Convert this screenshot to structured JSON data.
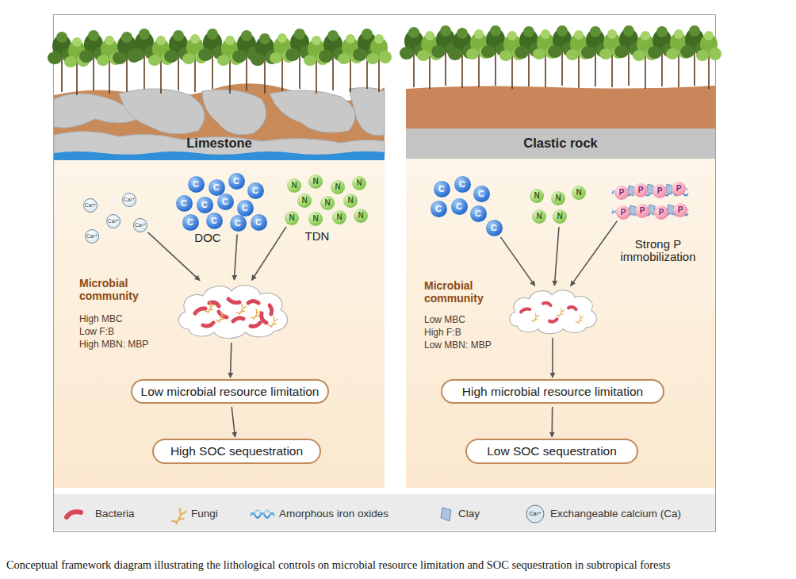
{
  "diagram": {
    "caption": "Conceptual framework diagram illustrating the lithological controls on microbial resource limitation and SOC sequestration in subtropical forests",
    "nodes": [
      {
        "text": [
          "Limestone"
        ]
      },
      {
        "text": [
          "Ca²⁺"
        ],
        "in": 0
      },
      {
        "text": [
          "Ca²⁺"
        ],
        "in": 0
      },
      {
        "text": [
          "Ca²⁺"
        ],
        "in": 0
      },
      {
        "text": [
          "Ca²⁺"
        ],
        "in": 0
      },
      {
        "text": [
          "Ca²⁺"
        ],
        "in": 0
      },
      {
        "text": [
          "C"
        ],
        "in": 0
      },
      {
        "text": [
          "C"
        ],
        "in": 0
      },
      {
        "text": [
          "C"
        ],
        "in": 0
      },
      {
        "text": [
          "C"
        ],
        "in": 0
      },
      {
        "text": [
          "C"
        ],
        "in": 0
      },
      {
        "text": [
          "C"
        ],
        "in": 0
      },
      {
        "text": [
          "C"
        ],
        "in": 0
      },
      {
        "text": [
          "C"
        ],
        "in": 0
      },
      {
        "text": [
          "C"
        ],
        "in": 0
      },
      {
        "text": [
          "C"
        ],
        "in": 0
      },
      {
        "text": [
          "C"
        ],
        "in": 0
      },
      {
        "text": [
          "C"
        ],
        "in": 0
      },
      {
        "text": [
          "N"
        ],
        "in": 0
      },
      {
        "text": [
          "N"
        ],
        "in": 0
      },
      {
        "text": [
          "N"
        ],
        "in": 0
      },
      {
        "text": [
          "N"
        ],
        "in": 0
      },
      {
        "text": [
          "N"
        ],
        "in": 0
      },
      {
        "text": [
          "N"
        ],
        "in": 0
      },
      {
        "text": [
          "N"
        ],
        "in": 0
      },
      {
        "text": [
          "N"
        ],
        "in": 0
      },
      {
        "text": [
          "N"
        ],
        "in": 0
      },
      {
        "text": [
          "N"
        ],
        "in": 0
      },
      {
        "text": [
          "N"
        ],
        "in": 0
      },
      {
        "text": [
          "Microbial community",
          "High MBC",
          "Low F:B",
          "High MBN: MBP"
        ],
        "in": 0
      },
      {
        "text": [
          "Low microbial resource limitation"
        ],
        "in": 0
      },
      {
        "text": [
          "High SOC sequestration"
        ],
        "in": 0
      },
      {
        "text": [
          "Clastic rock"
        ]
      },
      {
        "text": [
          "C"
        ],
        "in": 32
      },
      {
        "text": [
          "C"
        ],
        "in": 32
      },
      {
        "text": [
          "C"
        ],
        "in": 32
      },
      {
        "text": [
          "C"
        ],
        "in": 32
      },
      {
        "text": [
          "C"
        ],
        "in": 32
      },
      {
        "text": [
          "C"
        ],
        "in": 32
      },
      {
        "text": [
          "C"
        ],
        "in": 32
      },
      {
        "text": [
          "N"
        ],
        "in": 32
      },
      {
        "text": [
          "N"
        ],
        "in": 32
      },
      {
        "text": [
          "N"
        ],
        "in": 32
      },
      {
        "text": [
          "N"
        ],
        "in": 32
      },
      {
        "text": [
          "N"
        ],
        "in": 32
      },
      {
        "text": [
          "P"
        ],
        "in": 32
      },
      {
        "text": [
          "P"
        ],
        "in": 32
      },
      {
        "text": [
          "P"
        ],
        "in": 32
      },
      {
        "text": [
          "P"
        ],
        "in": 32
      },
      {
        "text": [
          "P"
        ],
        "in": 32
      },
      {
        "text": [
          "P"
        ],
        "in": 32
      },
      {
        "text": [
          "P"
        ],
        "in": 32
      },
      {
        "text": [
          "P"
        ],
        "in": 32
      },
      {
        "text": [
          "Microbial community",
          "Low MBC",
          "High F:B",
          "Low MBN: MBP"
        ],
        "in": 32
      },
      {
        "text": [
          "High microbial resource limitation"
        ],
        "in": 32
      },
      {
        "text": [
          "Low SOC sequestration"
        ],
        "in": 32
      }
    ],
    "edges": [
      {
        "from": 4,
        "to": 29,
        "arrow": "to"
      },
      {
        "from": 16,
        "to": 29,
        "arrow": "to"
      },
      {
        "from": 25,
        "to": 29,
        "arrow": "to"
      },
      {
        "from": 29,
        "to": 30,
        "arrow": "to"
      },
      {
        "from": 30,
        "to": 31,
        "arrow": "to"
      },
      {
        "from": 39,
        "to": 53,
        "arrow": "to"
      },
      {
        "from": 44,
        "to": 53,
        "arrow": "to"
      },
      {
        "from": 49,
        "to": 53,
        "arrow": "to"
      },
      {
        "from": 53,
        "to": 54,
        "arrow": "to"
      },
      {
        "from": 54,
        "to": 55,
        "arrow": "to"
      }
    ],
    "labels": [
      "DOC",
      "TDN",
      "Strong P immobilization",
      "Ca²⁺"
    ],
    "legend": [
      {
        "text": "Bacteria"
      },
      {
        "text": "Fungi"
      },
      {
        "text": "Amorphous iron oxides"
      },
      {
        "text": "Clay"
      },
      {
        "text": "Exchangeable calcium (Ca)"
      }
    ]
  }
}
